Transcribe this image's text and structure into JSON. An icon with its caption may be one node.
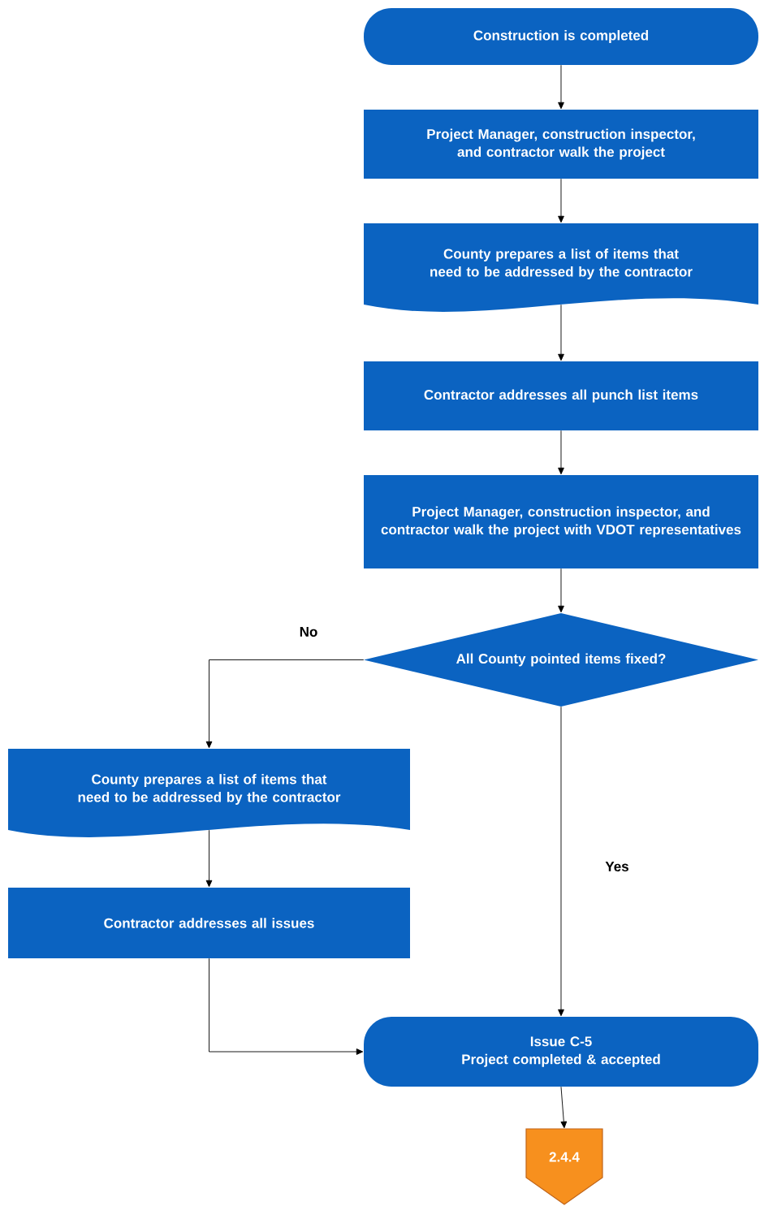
{
  "diagram": {
    "nodes": [
      {
        "text": [
          "Construction is completed"
        ]
      },
      {
        "text": [
          "Project Manager, construction inspector, and contractor walk the project"
        ]
      },
      {
        "text": [
          "County prepares a list of items that need to be addressed by the contractor"
        ]
      },
      {
        "text": [
          "Contractor addresses all punch list items"
        ]
      },
      {
        "text": [
          "Project Manager, construction inspector, and contractor walk the project with VDOT representatives"
        ]
      },
      {
        "text": [
          "All County pointed items fixed?"
        ]
      },
      {
        "text": [
          "County prepares a list of items that need to be addressed by the contractor"
        ]
      },
      {
        "text": [
          "Contractor addresses all issues"
        ]
      },
      {
        "text": [
          "Issue C-5",
          "Project completed & accepted"
        ]
      },
      {
        "text": [
          "2.4.4"
        ]
      }
    ],
    "edges": [
      {
        "from": 0,
        "to": 1,
        "arrow": "to"
      },
      {
        "from": 1,
        "to": 2,
        "arrow": "to"
      },
      {
        "from": 2,
        "to": 3,
        "arrow": "to"
      },
      {
        "from": 3,
        "to": 4,
        "arrow": "to"
      },
      {
        "from": 4,
        "to": 5,
        "arrow": "to"
      },
      {
        "from": 5,
        "to": 6,
        "arrow": "to",
        "label": "No"
      },
      {
        "from": 5,
        "to": 8,
        "arrow": "to",
        "label": "Yes"
      },
      {
        "from": 6,
        "to": 7,
        "arrow": "to"
      },
      {
        "from": 7,
        "to": 8,
        "arrow": "to"
      },
      {
        "from": 8,
        "to": 9,
        "arrow": "to"
      }
    ]
  }
}
